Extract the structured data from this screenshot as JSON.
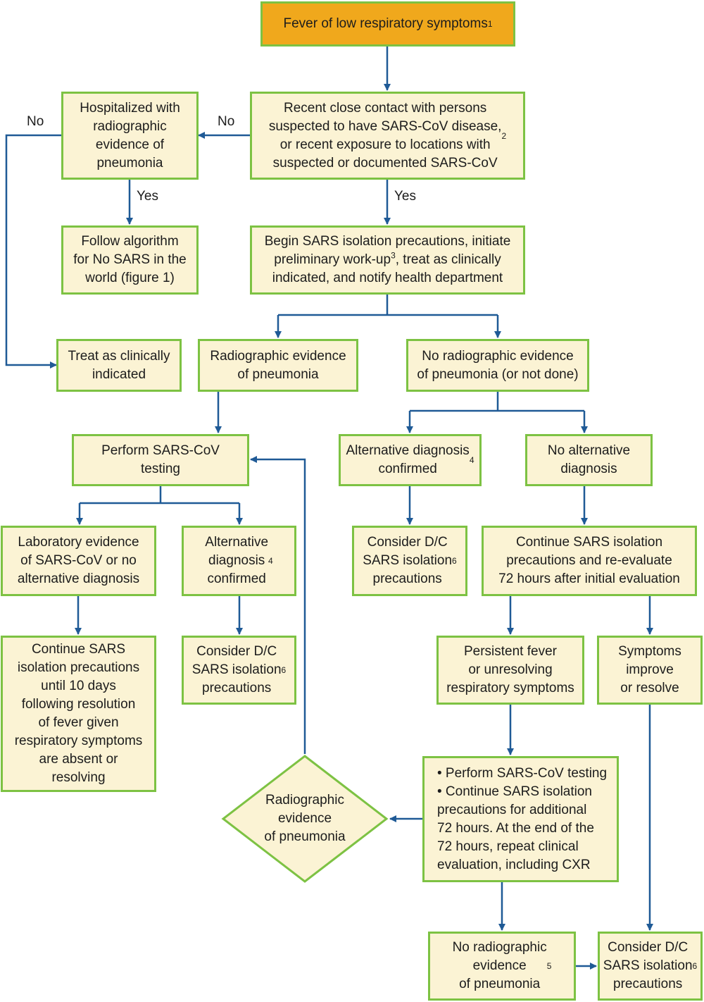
{
  "colors": {
    "box_fill": "#fbf3d4",
    "box_border": "#7dc243",
    "start_fill": "#f0a81c",
    "arrow": "#1f5a96"
  },
  "nodes": {
    "start": {
      "text": "Fever of low respiratory symptoms",
      "sup": "1"
    },
    "contact": {
      "text": "Recent close contact with persons\nsuspected to have SARS-CoV disease,\nor recent exposure to locations with\nsuspected or documented SARS-CoV",
      "sup": "2"
    },
    "hospitalized": {
      "text": "Hospitalized with\nradiographic\nevidence of\npneumonia"
    },
    "follow_algorithm": {
      "text": "Follow algorithm\nfor No SARS in the\nworld (figure 1)"
    },
    "begin_isolation": {
      "pre": "Begin SARS isolation precautions, initiate\npreliminary work-up",
      "sup": "3",
      "post": ", treat as clinically\nindicated, and notify health department"
    },
    "treat_clinically": {
      "text": "Treat as clinically\nindicated"
    },
    "radiographic_pneumonia": {
      "text": "Radiographic evidence\nof pneumonia"
    },
    "no_radiographic": {
      "text": "No radiographic evidence\nof pneumonia (or not done)"
    },
    "perform_testing": {
      "text": "Perform SARS-CoV\ntesting"
    },
    "alt_dx_right": {
      "text": "Alternative diagnosis\nconfirmed",
      "sup": "4"
    },
    "no_alt_dx": {
      "text": "No alternative\ndiagnosis"
    },
    "lab_evidence": {
      "text": "Laboratory evidence\nof SARS-CoV or no\nalternative diagnosis"
    },
    "alt_dx_left": {
      "text": "Alternative\ndiagnosis\nconfirmed",
      "sup": "4"
    },
    "consider_dc_mid": {
      "text": "Consider D/C\nSARS isolation\nprecautions",
      "sup": "6"
    },
    "continue_reeval": {
      "text": "Continue SARS isolation\nprecautions and re-evaluate\n72 hours after initial evaluation"
    },
    "continue_10days": {
      "text": "Continue SARS\nisolation precautions\nuntil 10 days\nfollowing resolution\nof fever given\nrespiratory symptoms\nare absent or\nresolving"
    },
    "consider_dc_left": {
      "text": "Consider D/C\nSARS isolation\nprecautions",
      "sup": "6"
    },
    "persistent_fever": {
      "text": "Persistent fever\nor unresolving\nrespiratory symptoms"
    },
    "symptoms_improve": {
      "text": "Symptoms\nimprove\nor resolve"
    },
    "perform_continue": {
      "text": "• Perform SARS-CoV testing\n• Continue SARS isolation\nprecautions for additional\n72 hours. At the end of the\n72 hours, repeat clinical\nevaluation, including CXR"
    },
    "decision_radiographic": {
      "text": "Radiographic\nevidence\nof pneumonia"
    },
    "no_radiographic_final": {
      "text": "No radiographic\nevidence\nof pneumonia",
      "sup": "5"
    },
    "consider_dc_final": {
      "text": "Consider D/C\nSARS isolation\nprecautions",
      "sup": "6"
    }
  },
  "edge_labels": {
    "no_outer": "No",
    "no_inner": "No",
    "yes_left": "Yes",
    "yes_right": "Yes"
  }
}
